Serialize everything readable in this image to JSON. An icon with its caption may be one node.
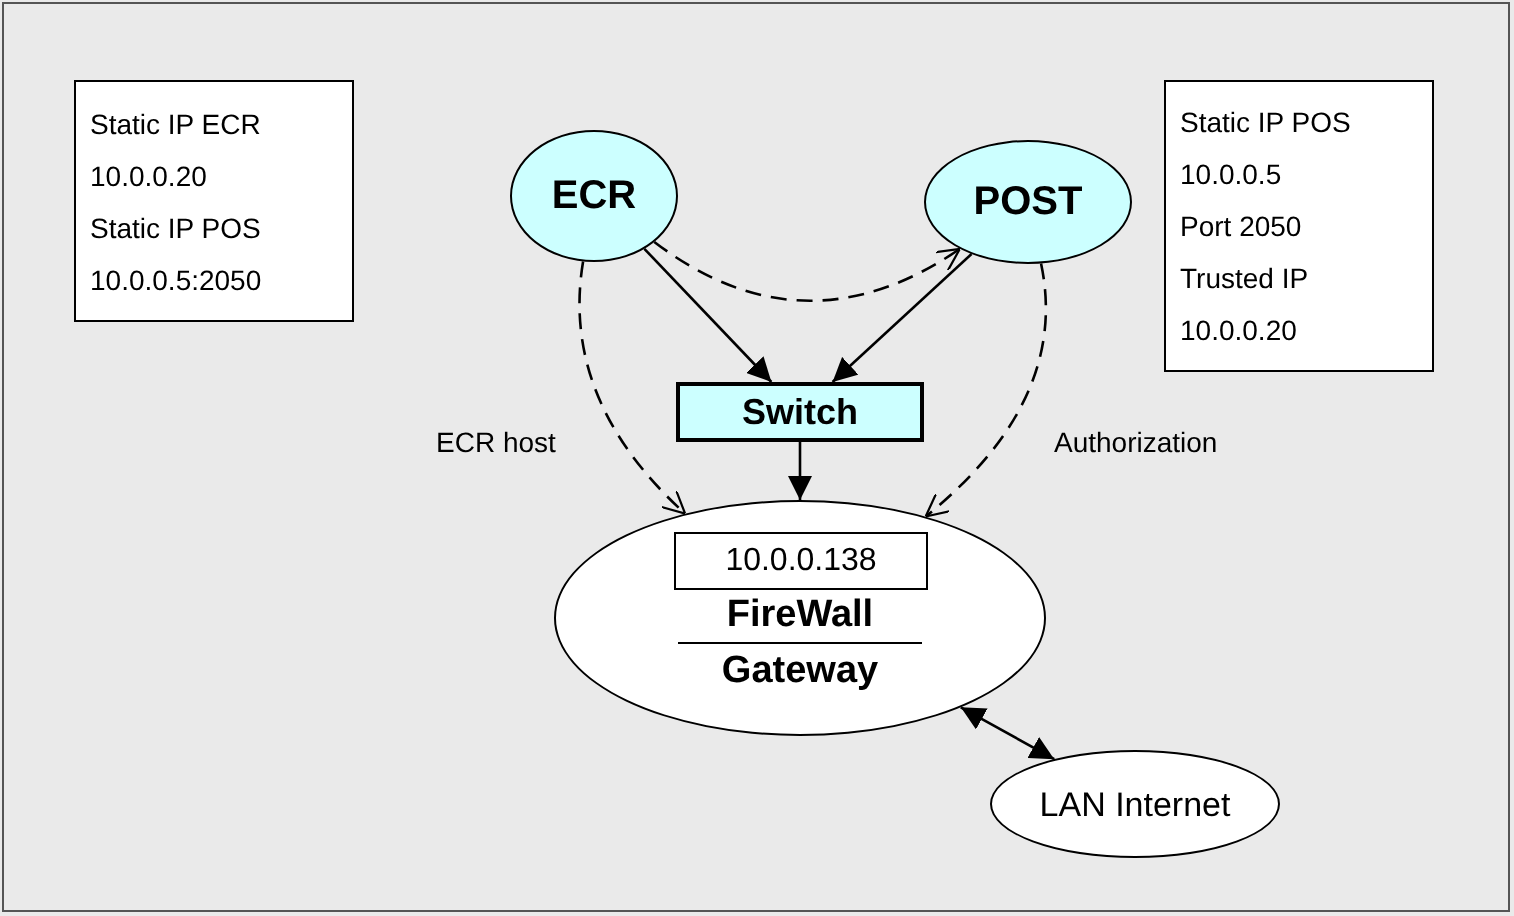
{
  "diagram": {
    "nodes": [
      {
        "text": [
          "Static IP ECR",
          "10.0.0.20",
          "Static IP POS",
          "10.0.0.5:2050"
        ]
      },
      {
        "text": [
          "Static IP POS",
          "10.0.0.5",
          "Port 2050",
          "Trusted IP",
          "10.0.0.20"
        ]
      },
      {
        "text": [
          "ECR"
        ]
      },
      {
        "text": [
          "POST"
        ]
      },
      {
        "text": [
          "Switch"
        ]
      },
      {
        "text": [
          "FireWall",
          "Gateway"
        ]
      },
      {
        "text": [
          "10.0.0.138"
        ],
        "in": 5
      },
      {
        "text": [
          "LAN Internet"
        ]
      }
    ],
    "edges": [
      {
        "from": 2,
        "to": 4,
        "arrow": "to"
      },
      {
        "from": 3,
        "to": 4,
        "arrow": "to"
      },
      {
        "from": 4,
        "to": 5,
        "arrow": "to"
      },
      {
        "from": 5,
        "to": 7,
        "arrow": "both"
      },
      {
        "from": 2,
        "to": 3,
        "arrow": "to",
        "style": "dashed"
      },
      {
        "from": 2,
        "to": 5,
        "arrow": "to",
        "style": "dashed"
      },
      {
        "from": 3,
        "to": 5,
        "arrow": "to",
        "style": "dashed"
      }
    ],
    "labels": [
      "ECR host",
      "Authorization"
    ]
  }
}
